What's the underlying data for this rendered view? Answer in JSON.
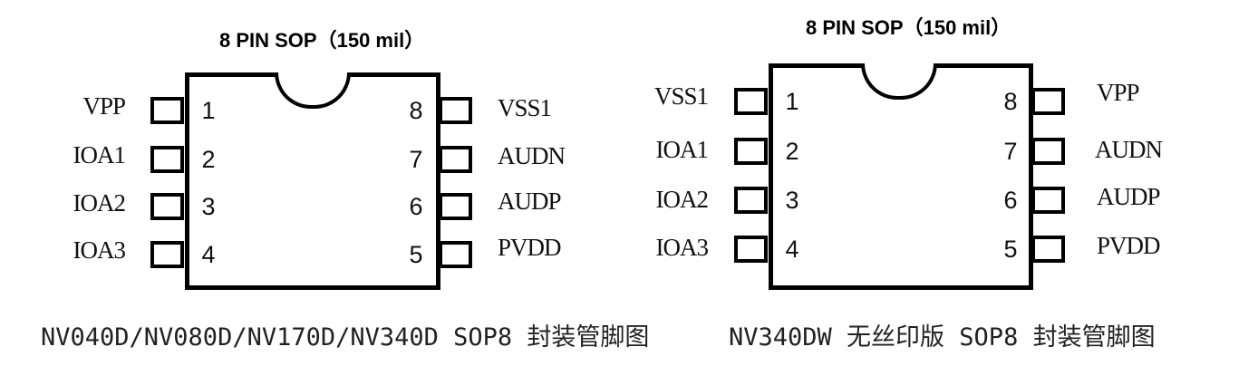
{
  "diagrams": [
    {
      "title": "8 PIN SOP（150 mil）",
      "caption": "NV040D/NV080D/NV170D/NV340D SOP8 封装管脚图",
      "left_pins": [
        {
          "number": "1",
          "name": "VPP"
        },
        {
          "number": "2",
          "name": "IOA1"
        },
        {
          "number": "3",
          "name": "IOA2"
        },
        {
          "number": "4",
          "name": "IOA3"
        }
      ],
      "right_pins": [
        {
          "number": "8",
          "name": "VSS1"
        },
        {
          "number": "7",
          "name": "AUDN"
        },
        {
          "number": "6",
          "name": "AUDP"
        },
        {
          "number": "5",
          "name": "PVDD"
        }
      ]
    },
    {
      "title": "8 PIN SOP（150 mil）",
      "caption": "NV340DW 无丝印版 SOP8 封装管脚图",
      "left_pins": [
        {
          "number": "1",
          "name": "VSS1"
        },
        {
          "number": "2",
          "name": "IOA1"
        },
        {
          "number": "3",
          "name": "IOA2"
        },
        {
          "number": "4",
          "name": "IOA3"
        }
      ],
      "right_pins": [
        {
          "number": "8",
          "name": "VPP"
        },
        {
          "number": "7",
          "name": "AUDN"
        },
        {
          "number": "6",
          "name": "AUDP"
        },
        {
          "number": "5",
          "name": "PVDD"
        }
      ]
    }
  ]
}
